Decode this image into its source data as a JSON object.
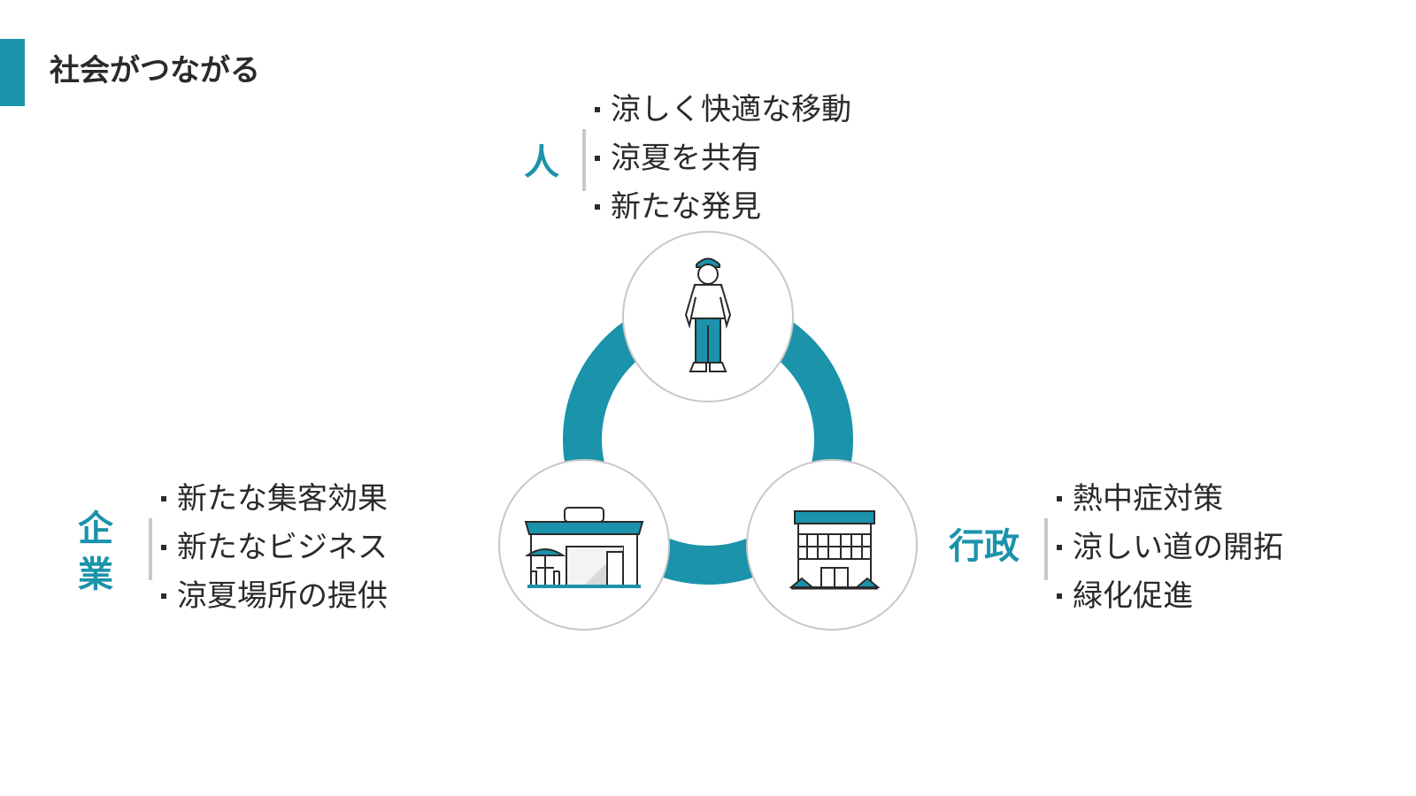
{
  "slide": {
    "title": "社会がつながる"
  },
  "groups": {
    "person": {
      "label": "人",
      "items": [
        "涼しく快適な移動",
        "涼夏を共有",
        "新たな発見"
      ]
    },
    "company": {
      "label": "企業",
      "items": [
        "新たな集客効果",
        "新たなビジネス",
        "涼夏場所の提供"
      ]
    },
    "government": {
      "label": "行政",
      "items": [
        "熱中症対策",
        "涼しい道の開拓",
        "緑化促進"
      ]
    }
  },
  "nodes": [
    {
      "id": "person",
      "icon": "person-icon"
    },
    {
      "id": "company",
      "icon": "shop-icon"
    },
    {
      "id": "government",
      "icon": "government-building-icon"
    }
  ],
  "colors": {
    "accent": "#1a93ab",
    "text": "#2a2a2a",
    "node_border": "#c8c8c8",
    "divider": "#c8c8c8"
  }
}
